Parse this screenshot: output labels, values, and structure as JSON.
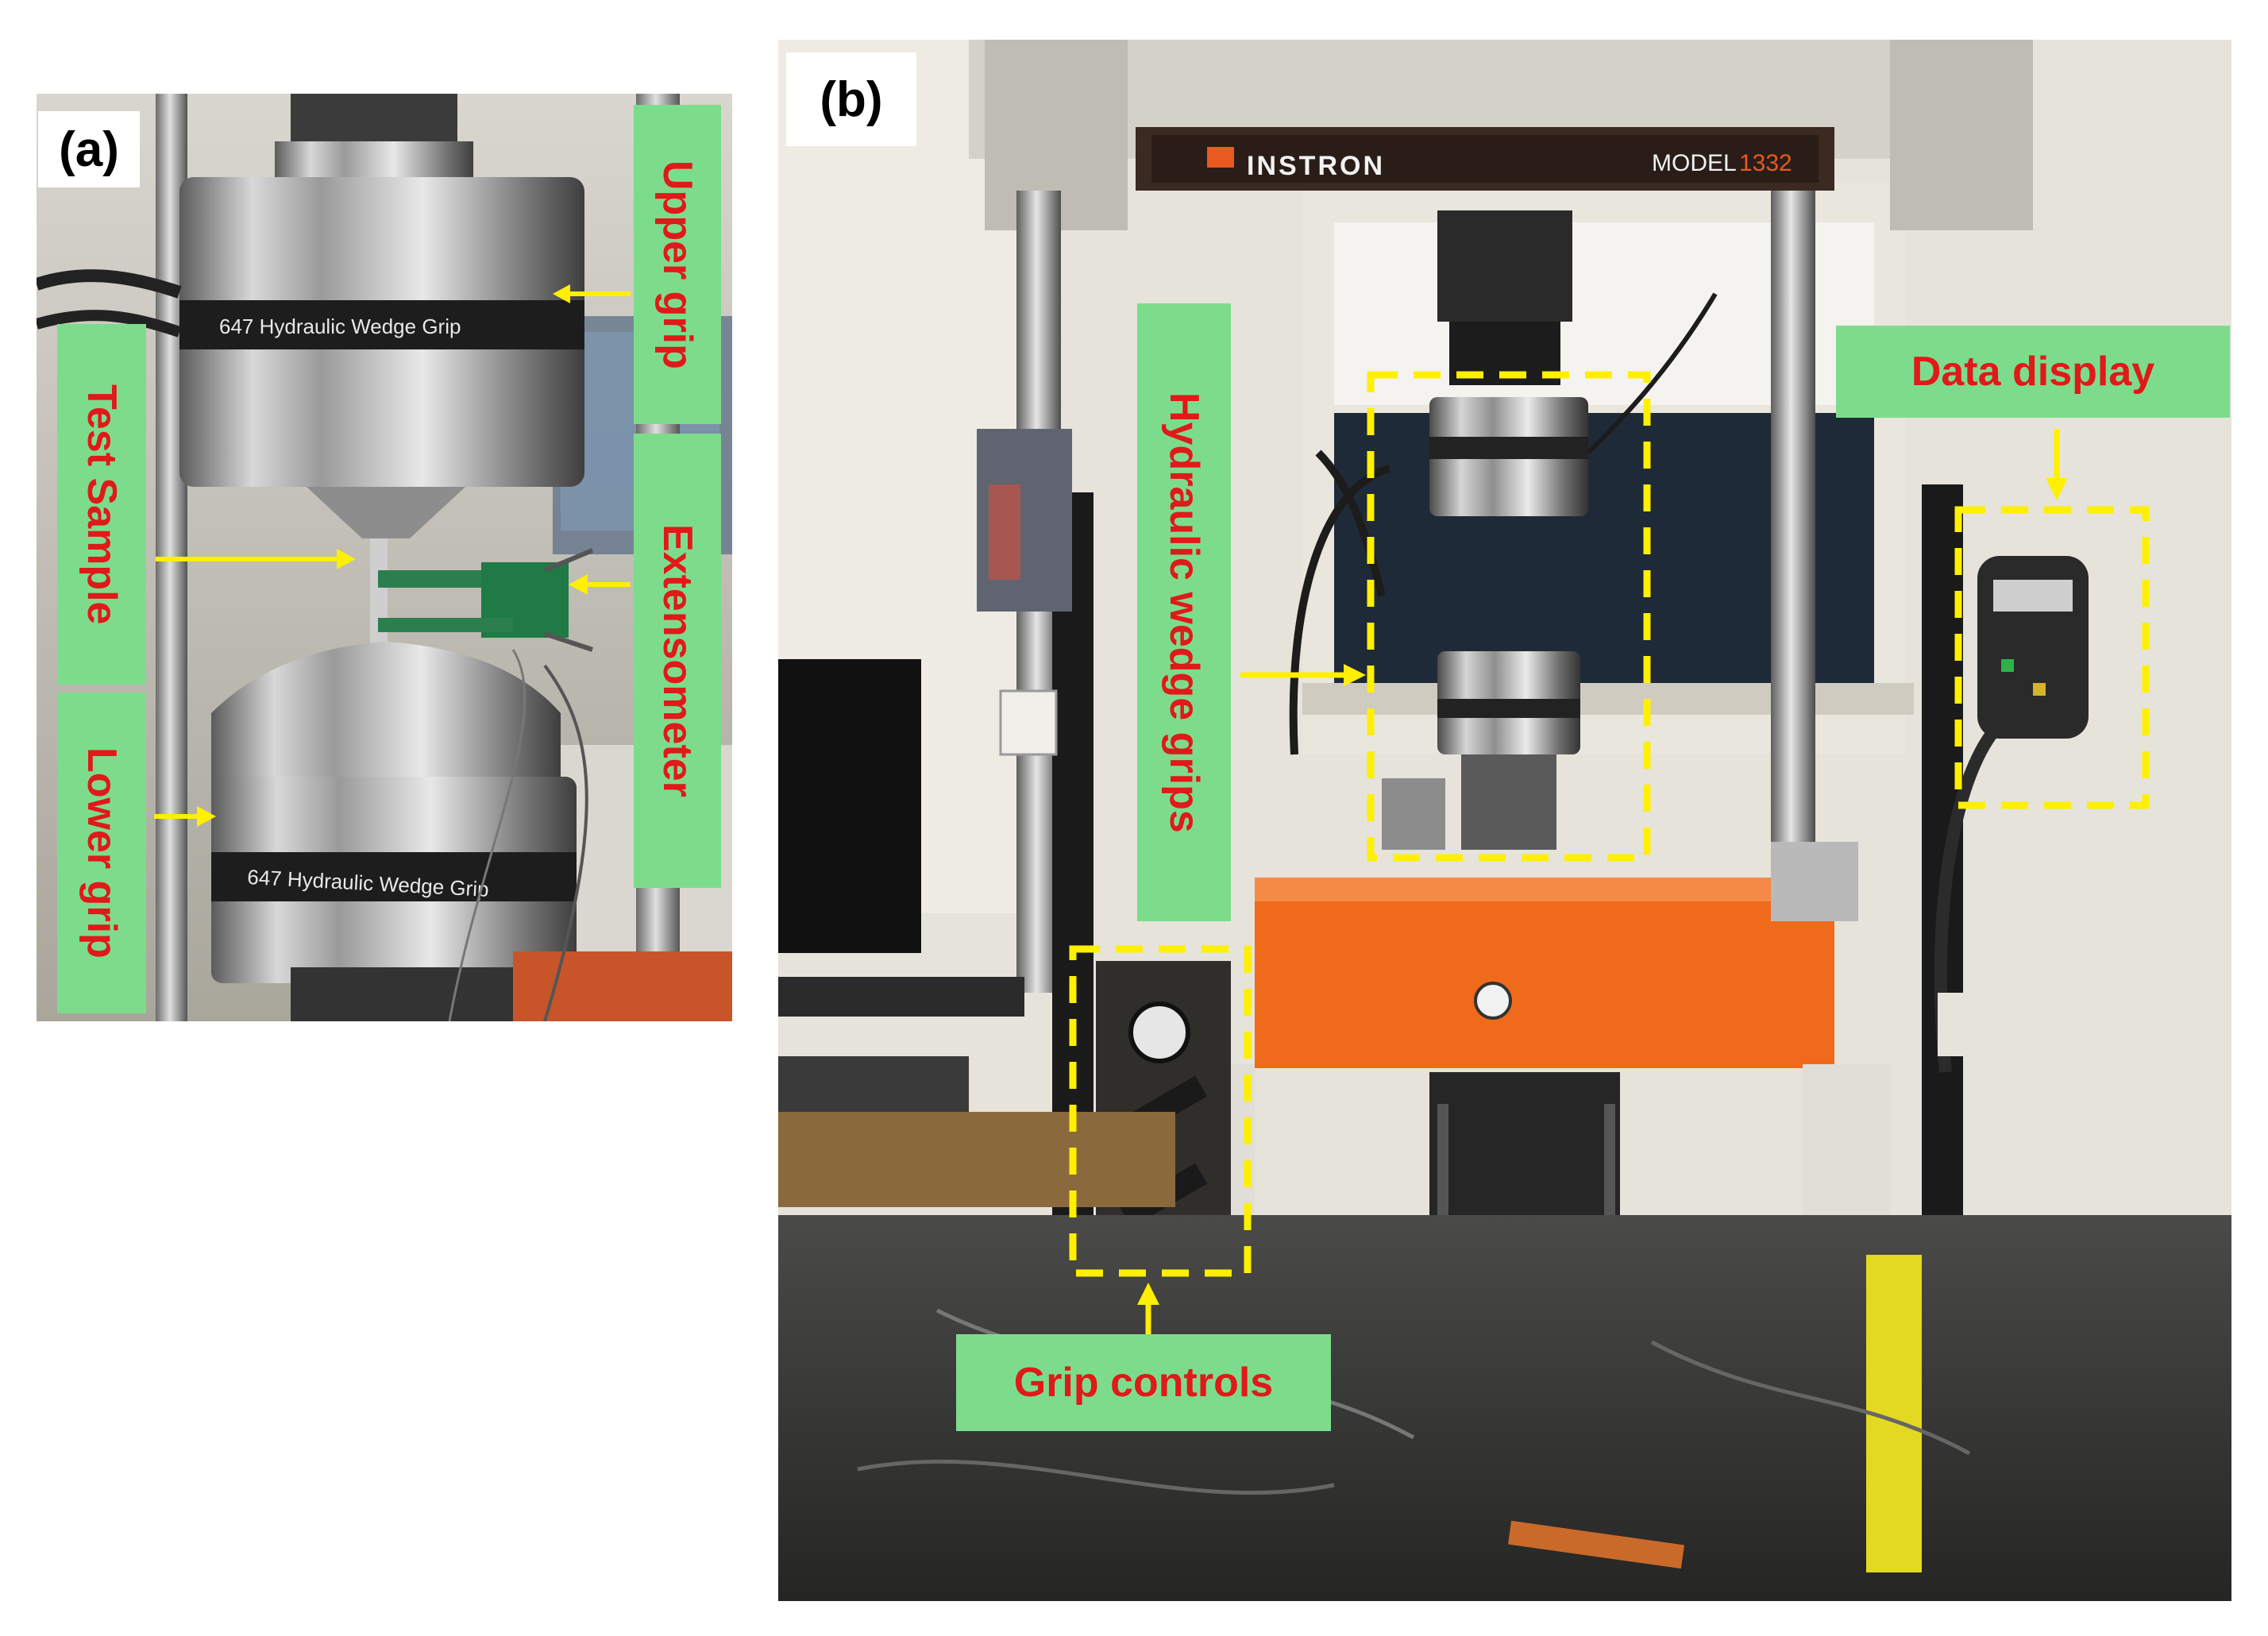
{
  "panel_a": {
    "label": "(a)",
    "tags": {
      "upper_grip": "Upper grip",
      "test_sample": "Test Sample",
      "extensometer": "Extensometer",
      "lower_grip": "Lower grip"
    },
    "grip_band_text": "647 Hydraulic Wedge Grip"
  },
  "panel_b": {
    "label": "(b)",
    "brand": "INSTRON",
    "model_word": "MODEL",
    "model_number": "1332",
    "tags": {
      "hydraulic_wedge_grips": "Hydraulic wedge grips",
      "data_display": "Data display",
      "grip_controls": "Grip controls"
    }
  },
  "colors": {
    "tag_background": "#7ddc8c",
    "tag_text": "#e01919",
    "arrow": "#ffef00",
    "highlight_box": "#ffef00",
    "crosshead_orange": "#f06a1c"
  }
}
